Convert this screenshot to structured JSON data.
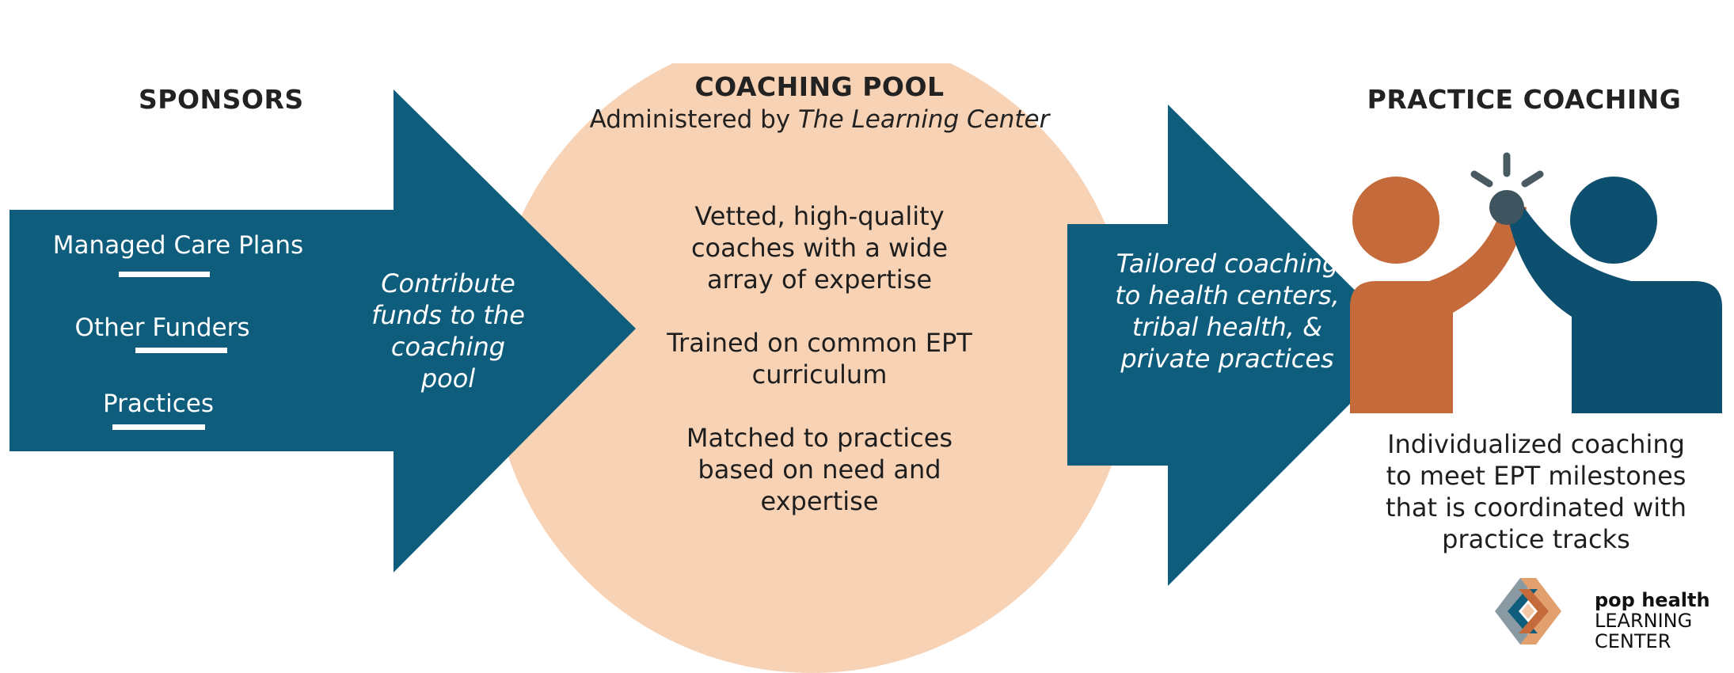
{
  "sponsors": {
    "title": "SPONSORS",
    "items": [
      "Managed Care Plans",
      "Other Funders",
      "Practices"
    ],
    "arrow_text": "Contribute funds to the coaching pool"
  },
  "pool": {
    "title": "COACHING POOL",
    "subtitle_prefix": "Administered by ",
    "subtitle_em": "The Learning Center",
    "points": [
      "Vetted, high-quality coaches with a wide array of expertise",
      "Trained on common EPT curriculum",
      "Matched to practices based on need and expertise"
    ]
  },
  "tailored": {
    "text": "Tailored coaching to health centers, tribal health, & private practices"
  },
  "practice": {
    "title": "PRACTICE COACHING",
    "description": "Individualized coaching to meet EPT milestones that is coordinated with practice tracks"
  },
  "logo": {
    "line1": "pop health",
    "line2": "LEARNING",
    "line3": "CENTER"
  },
  "colors": {
    "teal": "#0f5d7c",
    "peach": "#f8d2b5",
    "orange": "#c56a3b",
    "navy": "#0d4f6f",
    "overlap": "#3e555f",
    "gray": "#4a5a63"
  },
  "icons": [
    "high-five-icon",
    "pop-health-logo-icon"
  ]
}
